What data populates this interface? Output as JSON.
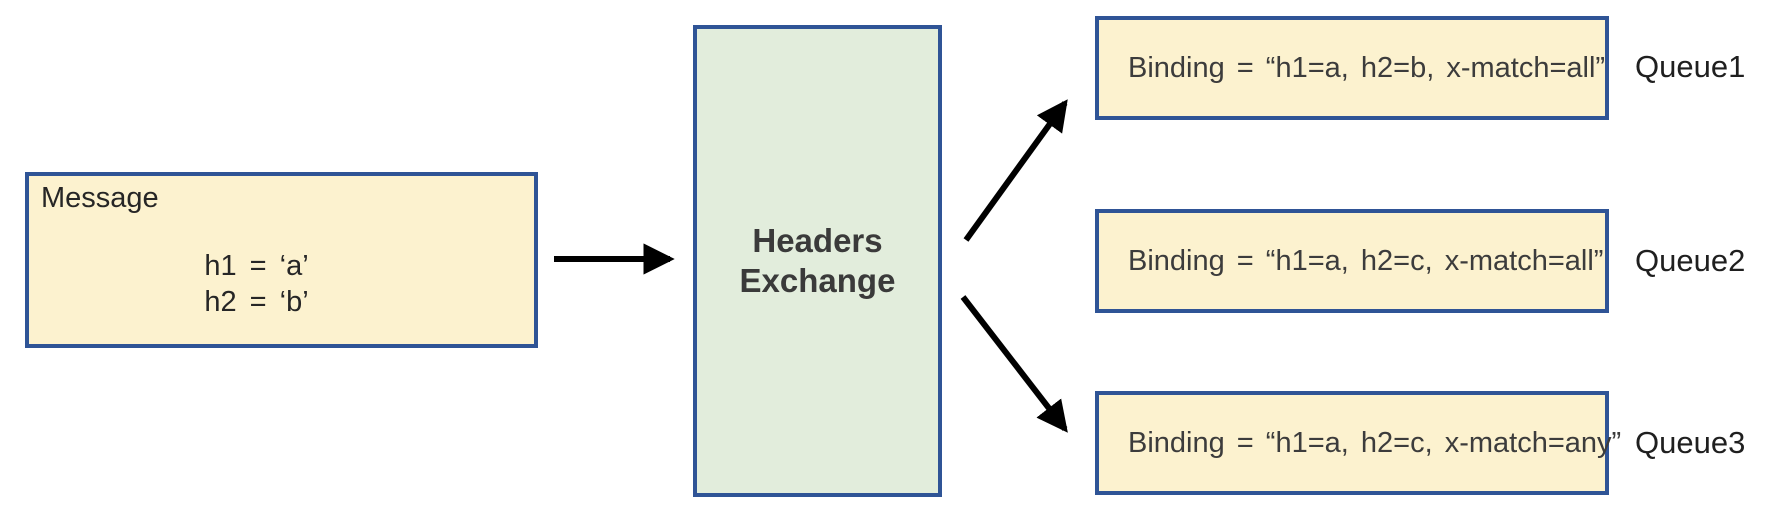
{
  "colors": {
    "box_border": "#2F5496",
    "message_fill": "#FCF2CF",
    "exchange_fill": "#E2EDDC",
    "binding_fill": "#FCF2CF",
    "arrow": "#000000"
  },
  "message": {
    "title": "Message",
    "headers": [
      "h1 = ‘a’",
      "h2 = ‘b’"
    ]
  },
  "exchange": {
    "label_line1": "Headers",
    "label_line2": "Exchange"
  },
  "queues": [
    {
      "binding": "Binding = “h1=a, h2=b, x-match=all”",
      "name": "Queue1"
    },
    {
      "binding": "Binding = “h1=a, h2=c, x-match=all”",
      "name": "Queue2"
    },
    {
      "binding": "Binding = “h1=a, h2=c, x-match=any”",
      "name": "Queue3"
    }
  ]
}
